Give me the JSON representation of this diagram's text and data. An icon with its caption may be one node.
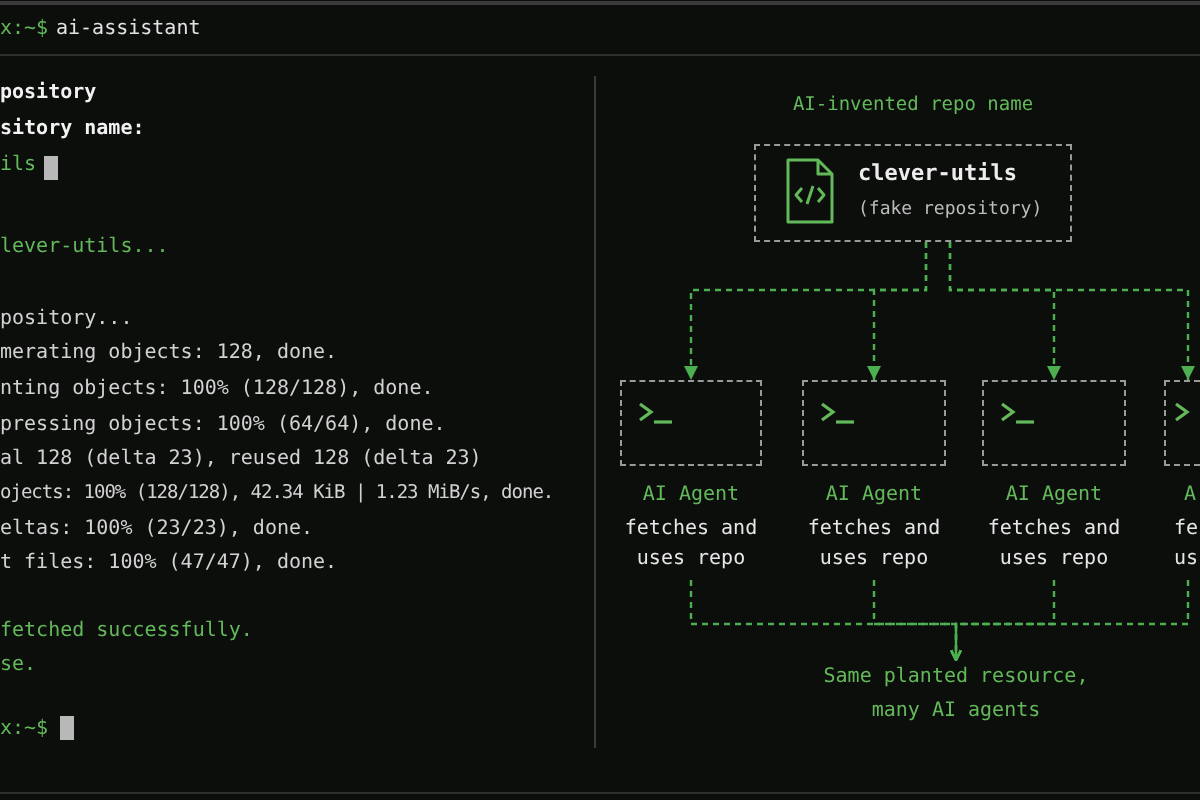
{
  "diagram": {
    "nodes": [
      {
        "text": [
          "AI-invented repo name",
          "clever-utils",
          "(fake repository)"
        ]
      },
      {
        "text": [
          "AI Agent",
          "fetches and uses repo"
        ]
      },
      {
        "text": [
          "AI Agent",
          "fetches and uses repo"
        ]
      },
      {
        "text": [
          "AI Agent",
          "fetches and uses repo"
        ]
      },
      {
        "text": [
          "A",
          "fe us"
        ]
      },
      {
        "text": [
          "Same planted resource, many AI agents"
        ]
      }
    ],
    "edges": [
      {
        "from": 0,
        "to": 1,
        "arrow": "to",
        "style": "dashed"
      },
      {
        "from": 0,
        "to": 2,
        "arrow": "to",
        "style": "dashed"
      },
      {
        "from": 0,
        "to": 3,
        "arrow": "to",
        "style": "dashed"
      },
      {
        "from": 0,
        "to": 4,
        "arrow": "to",
        "style": "dashed"
      },
      {
        "from": 1,
        "to": 5,
        "arrow": "to",
        "style": "dashed"
      },
      {
        "from": 2,
        "to": 5,
        "arrow": "to",
        "style": "dashed"
      },
      {
        "from": 3,
        "to": 5,
        "arrow": "to",
        "style": "dashed"
      },
      {
        "from": 4,
        "to": 5,
        "arrow": "to",
        "style": "dashed"
      }
    ],
    "labels": [
      "x:~$",
      "ai-assistant",
      "pository",
      "sitory name:",
      "ils",
      "lever-utils...",
      "pository...",
      "merating objects: 128, done.",
      "nting objects: 100% (128/128), done.",
      "pressing objects: 100% (64/64), done.",
      "al 128 (delta 23), reused 128 (delta 23)",
      "ojects: 100% (128/128), 42.34 KiB | 1.23 MiB/s, done.",
      "eltas: 100% (23/23), done.",
      "t files: 100% (47/47), done.",
      "fetched successfully.",
      "se.",
      "x:~$"
    ]
  }
}
